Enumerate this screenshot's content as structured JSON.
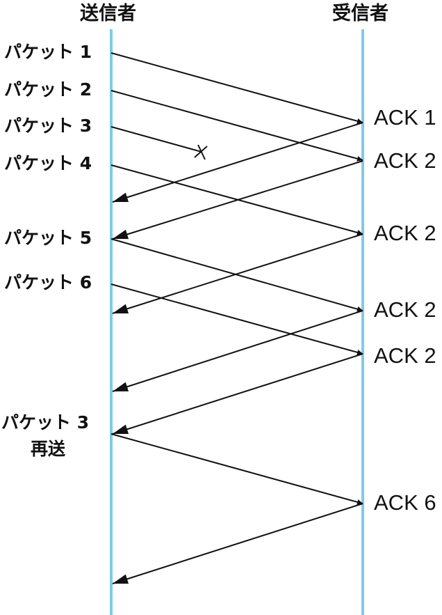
{
  "headers": {
    "sender": "送信者",
    "receiver": "受信者"
  },
  "packets": [
    "パケット 1",
    "パケット 2",
    "パケット 3",
    "パケット 4",
    "パケット 5",
    "パケット 6"
  ],
  "resend": {
    "line1": "パケット 3",
    "line2": "再送"
  },
  "acks": [
    "ACK 1",
    "ACK 2",
    "ACK 2",
    "ACK 2",
    "ACK 2",
    "ACK 6"
  ],
  "colors": {
    "lifeline": "#7ecbe6",
    "arrow": "#111111"
  }
}
